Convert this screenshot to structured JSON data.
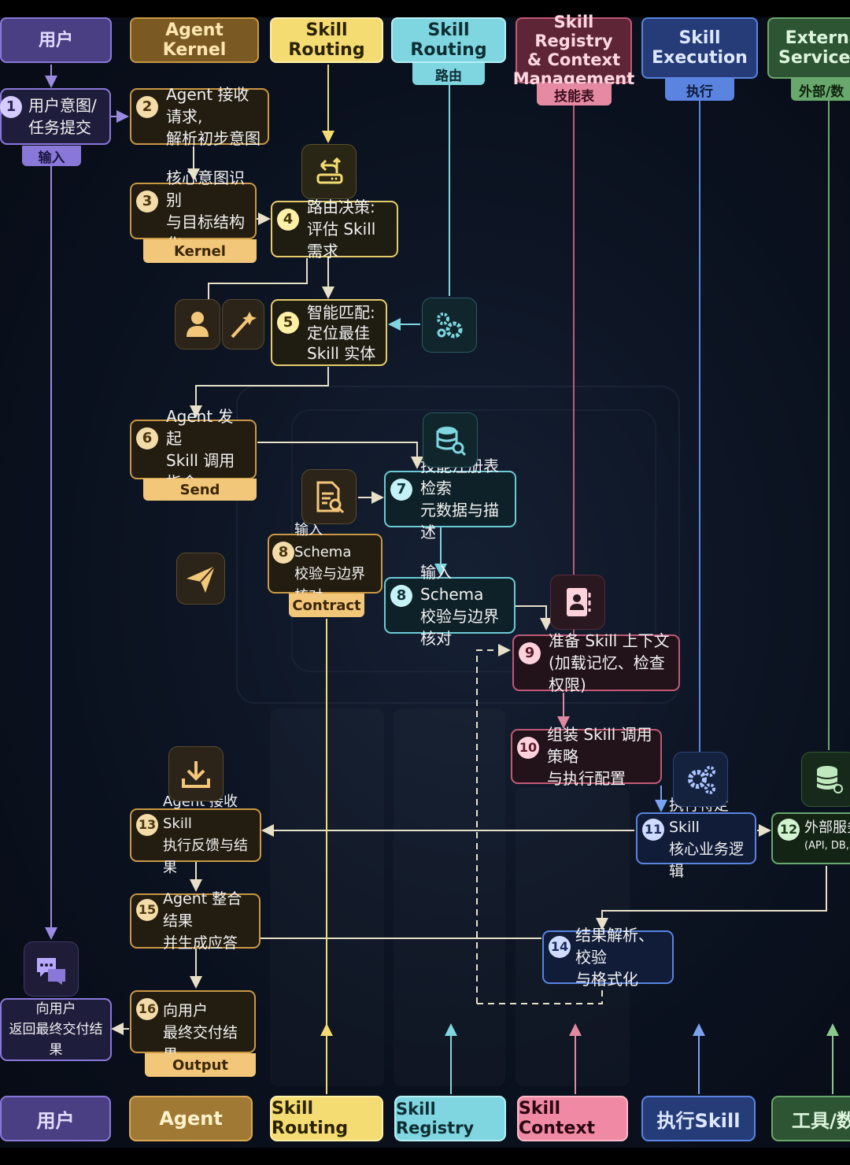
{
  "headers": {
    "user": "用户",
    "kernel": "Agent Kernel",
    "routing": "Skill Routing",
    "routing2": "Skill Routing",
    "registry": "Skill Registry\n& Context\nManagement",
    "execution": "Skill\nExecution",
    "external": "External\nServices/I"
  },
  "tags": {
    "user": "输入",
    "routing2": "路由",
    "registry": "技能表",
    "execution": "执行",
    "external": "外部/数",
    "kernel3": "Kernel",
    "send6": "Send",
    "contract8": "Contract",
    "output16": "Output"
  },
  "steps": {
    "s1": {
      "n": "1",
      "text": "用户意图/\n任务提交"
    },
    "s2": {
      "n": "2",
      "text": "Agent 接收请求,\n解析初步意图"
    },
    "s3": {
      "n": "3",
      "text": "核心意图识别\n与目标结构化"
    },
    "s4": {
      "n": "4",
      "text": "路由决策:\n评估 Skill 需求"
    },
    "s5": {
      "n": "5",
      "text": "智能匹配:\n定位最佳\nSkill 实体"
    },
    "s6": {
      "n": "6",
      "text": "Agent 发起\nSkill 调用指令"
    },
    "s7": {
      "n": "7",
      "text": "技能注册表检索\n元数据与描述"
    },
    "s8a": {
      "n": "8",
      "text": "输入 Schema\n校验与边界核对"
    },
    "s8b": {
      "n": "8",
      "text": "输入 Schema\n校验与边界核对"
    },
    "s9": {
      "n": "9",
      "text": "准备 Skill 上下文\n(加载记忆、检查权限)"
    },
    "s10": {
      "n": "10",
      "text": "组装 Skill 调用策略\n与执行配置"
    },
    "s11": {
      "n": "11",
      "text": "执行特定 Skill\n核心业务逻辑"
    },
    "s12": {
      "n": "12",
      "text": "外部服务",
      "sub": "(API, DB, R"
    },
    "s13": {
      "n": "13",
      "text": "Agent 接收 Skill\n执行反馈与结果"
    },
    "s14": {
      "n": "14",
      "text": "结果解析、校验\n与格式化"
    },
    "s15": {
      "n": "15",
      "text": "Agent 整合结果\n并生成应答"
    },
    "s16": {
      "n": "16",
      "text": "向用户\n最终交付结果"
    },
    "user_end": {
      "text": "向用户\n返回最终交付结果"
    }
  },
  "footers": {
    "user": "用户",
    "agent": "Agent",
    "routing": "Skill Routing",
    "registry": "Skill Registry",
    "context": "Skill Context",
    "exec": "执行Skill",
    "tools": "工具/数"
  },
  "colors": {
    "user": "#8a78d8",
    "kernel": "#c99844",
    "routing": "#f4dc72",
    "registry": "#7fd6e0",
    "context": "#c05a76",
    "execution": "#5a84e0",
    "external": "#69a86c",
    "background": "#0b1220"
  },
  "icons": [
    "routing-switch-icon",
    "user-icon",
    "wand-icon",
    "gears-icon",
    "database-search-icon",
    "document-search-icon",
    "send-icon",
    "contact-card-icon",
    "download-icon",
    "gears-exec-icon",
    "database-external-icon",
    "chat-bubbles-icon"
  ]
}
